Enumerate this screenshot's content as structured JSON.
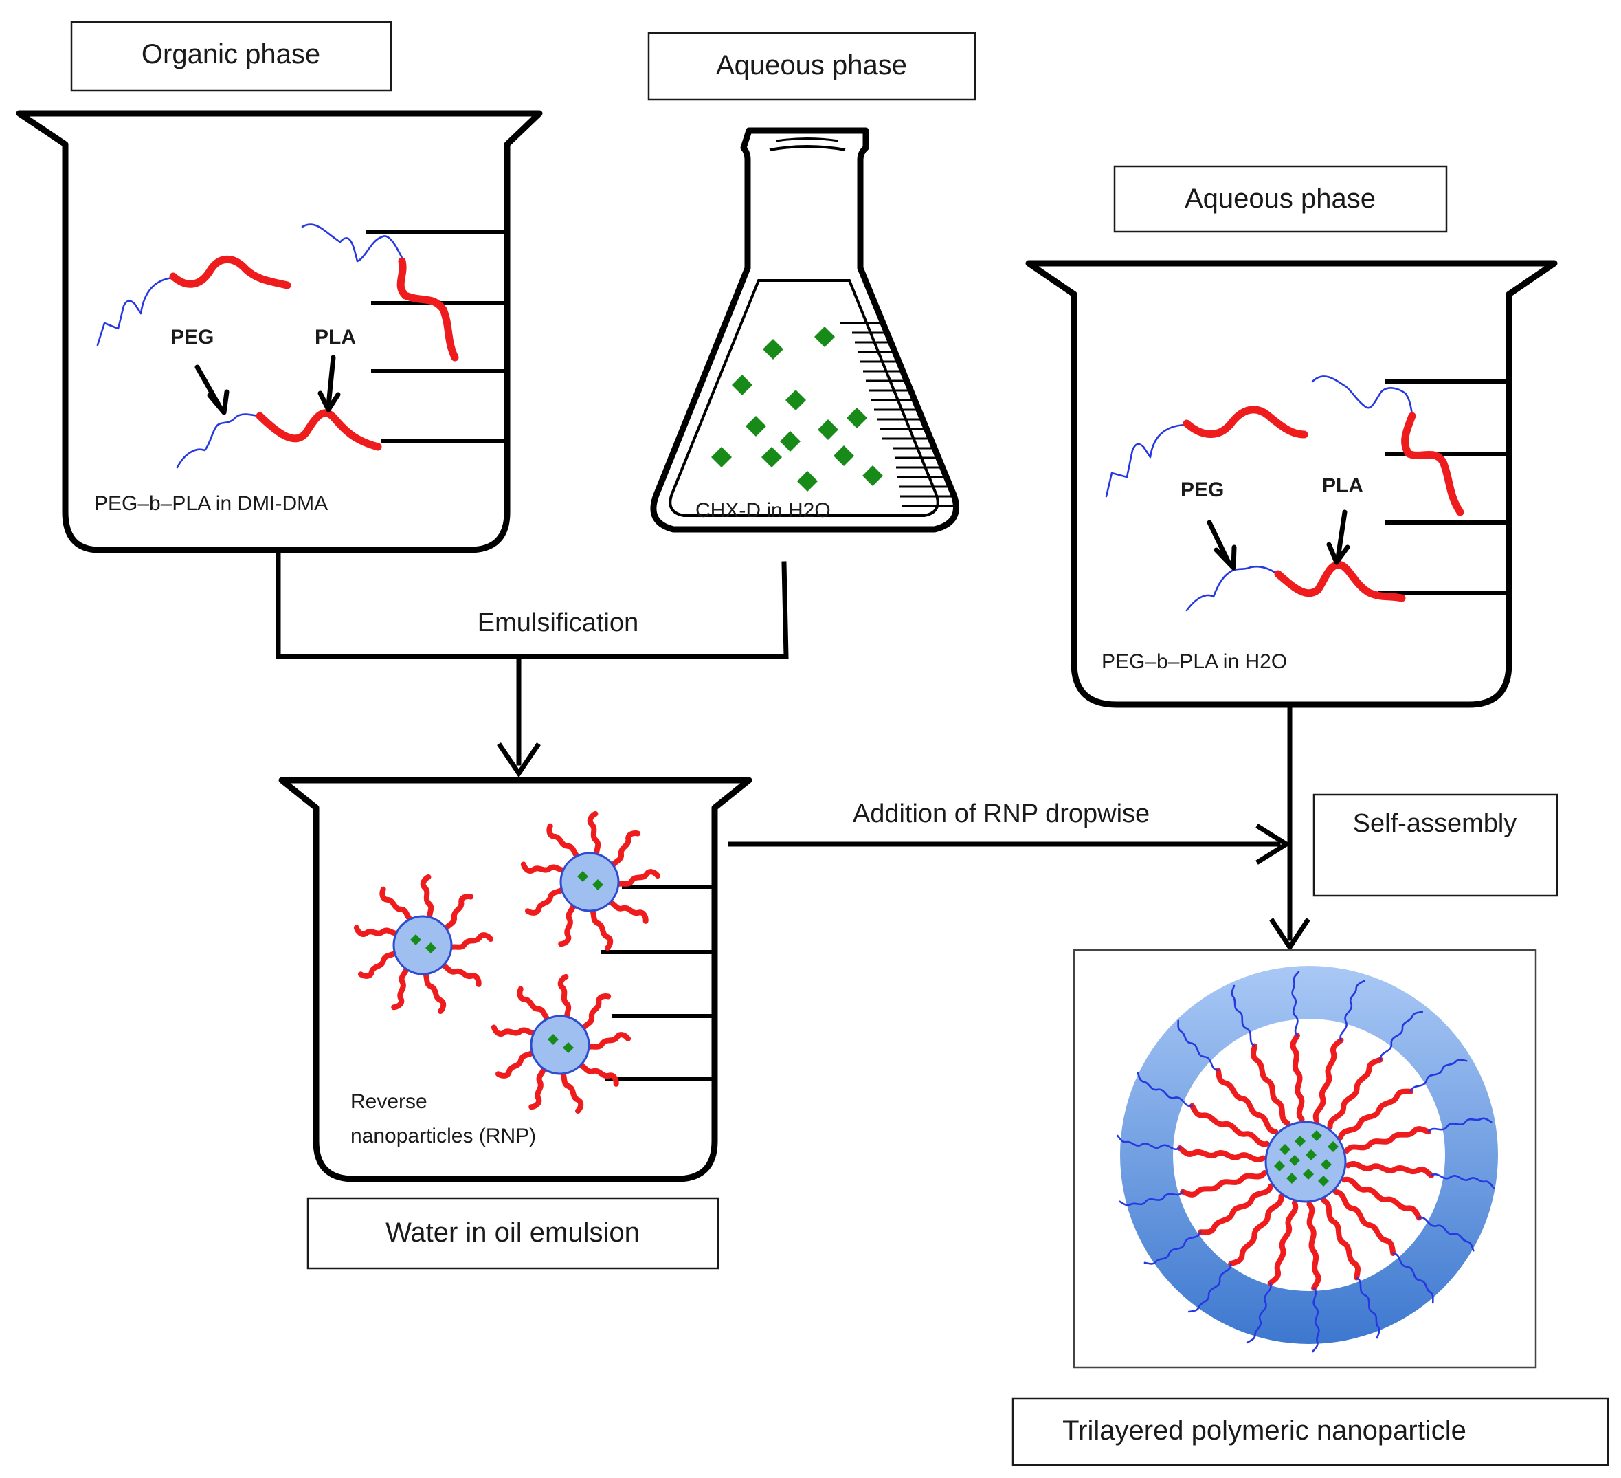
{
  "labels": {
    "organic_phase": "Organic phase",
    "aqueous_phase_1": "Aqueous  phase",
    "aqueous_phase_2": "Aqueous  phase",
    "emulsification": "Emulsification",
    "addition_rnp": "Addition of RNP dropwise",
    "self_assembly": "Self-assembly",
    "water_in_oil": "Water in oil emulsion",
    "trilayered": "Trilayered polymeric  nanoparticle"
  },
  "beaker_organic": {
    "peg_label": "PEG",
    "pla_label": "PLA",
    "caption": "PEG–b–PLA  in DMI-DMA"
  },
  "flask": {
    "caption": "CHX-D  in H2O"
  },
  "beaker_aqueous": {
    "peg_label": "PEG",
    "pla_label": "PLA",
    "caption": "PEG–b–PLA  in H2O"
  },
  "beaker_emulsion": {
    "caption_line1": "Reverse",
    "caption_line2": "nanoparticles (RNP)"
  },
  "colors": {
    "peg": "#2638e0",
    "pla": "#ee1c1c",
    "drug": "#178a17",
    "core": "#9fbff0",
    "shell_light": "#a9c8f5",
    "shell_dark": "#3d78cf"
  }
}
